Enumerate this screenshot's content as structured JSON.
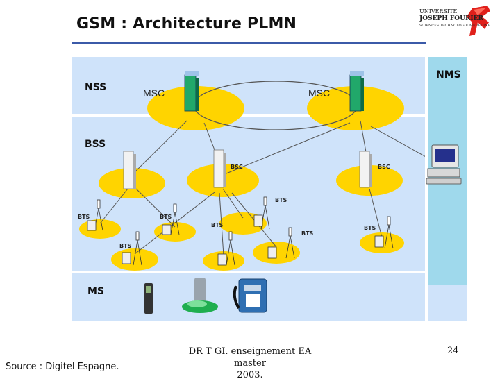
{
  "title": "GSM : Architecture PLMN",
  "logo": {
    "line1": "UNIVERSITE",
    "line2": "JOSEPH FOURIER",
    "line3": "SCIENCES.TECHNOLOGIE.MEDECINE"
  },
  "diagram": {
    "nss_label": "NSS",
    "bss_label": "BSS",
    "ms_label": "MS",
    "nms_label": "NMS",
    "msc_left": "MSC",
    "msc_right": "MSC",
    "bsc_center": "BSC",
    "bsc_right": "BSC",
    "bts_labels": [
      "BTS",
      "BTS",
      "BTS",
      "BTS",
      "BTS",
      "BTS",
      "BTS"
    ]
  },
  "footer": {
    "source": "Source : Digitel Espagne.",
    "course_line1": "DR T GI. enseignement EA master",
    "course_line2": "2003.",
    "page": "24"
  },
  "colors": {
    "band": "#cfe3fa",
    "nms": "#9fd9ec",
    "cell": "#ffd400",
    "accent": "#3b5aa8",
    "logo_red": "#e0201b"
  }
}
